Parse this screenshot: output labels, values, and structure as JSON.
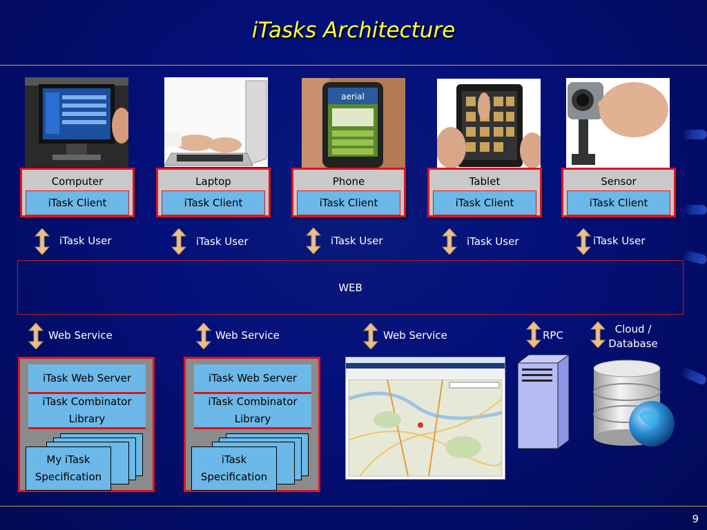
{
  "title": "iTasks Architecture",
  "devices": [
    {
      "name": "Computer",
      "client": "iTask Client",
      "user": "iTask User"
    },
    {
      "name": "Laptop",
      "client": "iTask Client",
      "user": "iTask User"
    },
    {
      "name": "Phone",
      "client": "iTask Client",
      "user": "iTask User"
    },
    {
      "name": "Tablet",
      "client": "iTask Client",
      "user": "iTask User"
    },
    {
      "name": "Sensor",
      "client": "iTask Client",
      "user": "iTask User"
    }
  ],
  "web_label": "WEB",
  "connections": [
    {
      "label": "Web Service"
    },
    {
      "label": "Web Service"
    },
    {
      "label": "Web Service"
    },
    {
      "label": "RPC"
    },
    {
      "label": "Cloud / Database"
    }
  ],
  "servers": [
    {
      "web_server": "iTask Web Server",
      "library": "iTask Combinator Library",
      "spec": "My iTask Specification"
    },
    {
      "web_server": "iTask Web Server",
      "library": "iTask Combinator Library",
      "spec": "iTask Specification"
    }
  ],
  "phone_screen_text": "aerial",
  "page_number": "9",
  "colors": {
    "title": "#ffff33",
    "border_red": "#e0131f",
    "client_blue": "#6cb8e8",
    "arrow": "#e8c08a"
  }
}
